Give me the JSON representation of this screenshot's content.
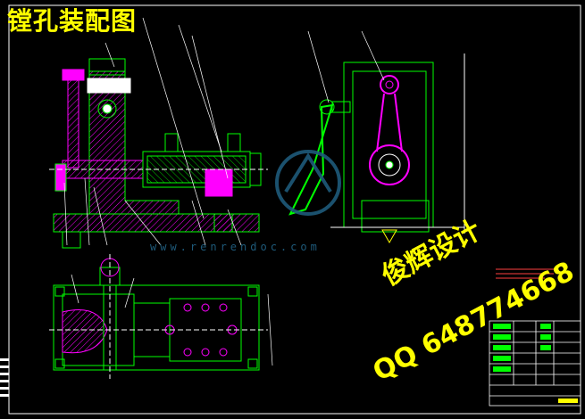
{
  "drawing": {
    "title": "镗孔装配图",
    "watermark_designer": "俊辉设计",
    "watermark_qq": "QQ 648774668",
    "watermark_url": "www.renrendoc.com"
  },
  "colors": {
    "background": "#000000",
    "outline": "#00ff00",
    "hatch": "#ff00ff",
    "text": "#ffff00",
    "leader": "#ffffff",
    "watermark_logo": "#1e5a7a"
  }
}
